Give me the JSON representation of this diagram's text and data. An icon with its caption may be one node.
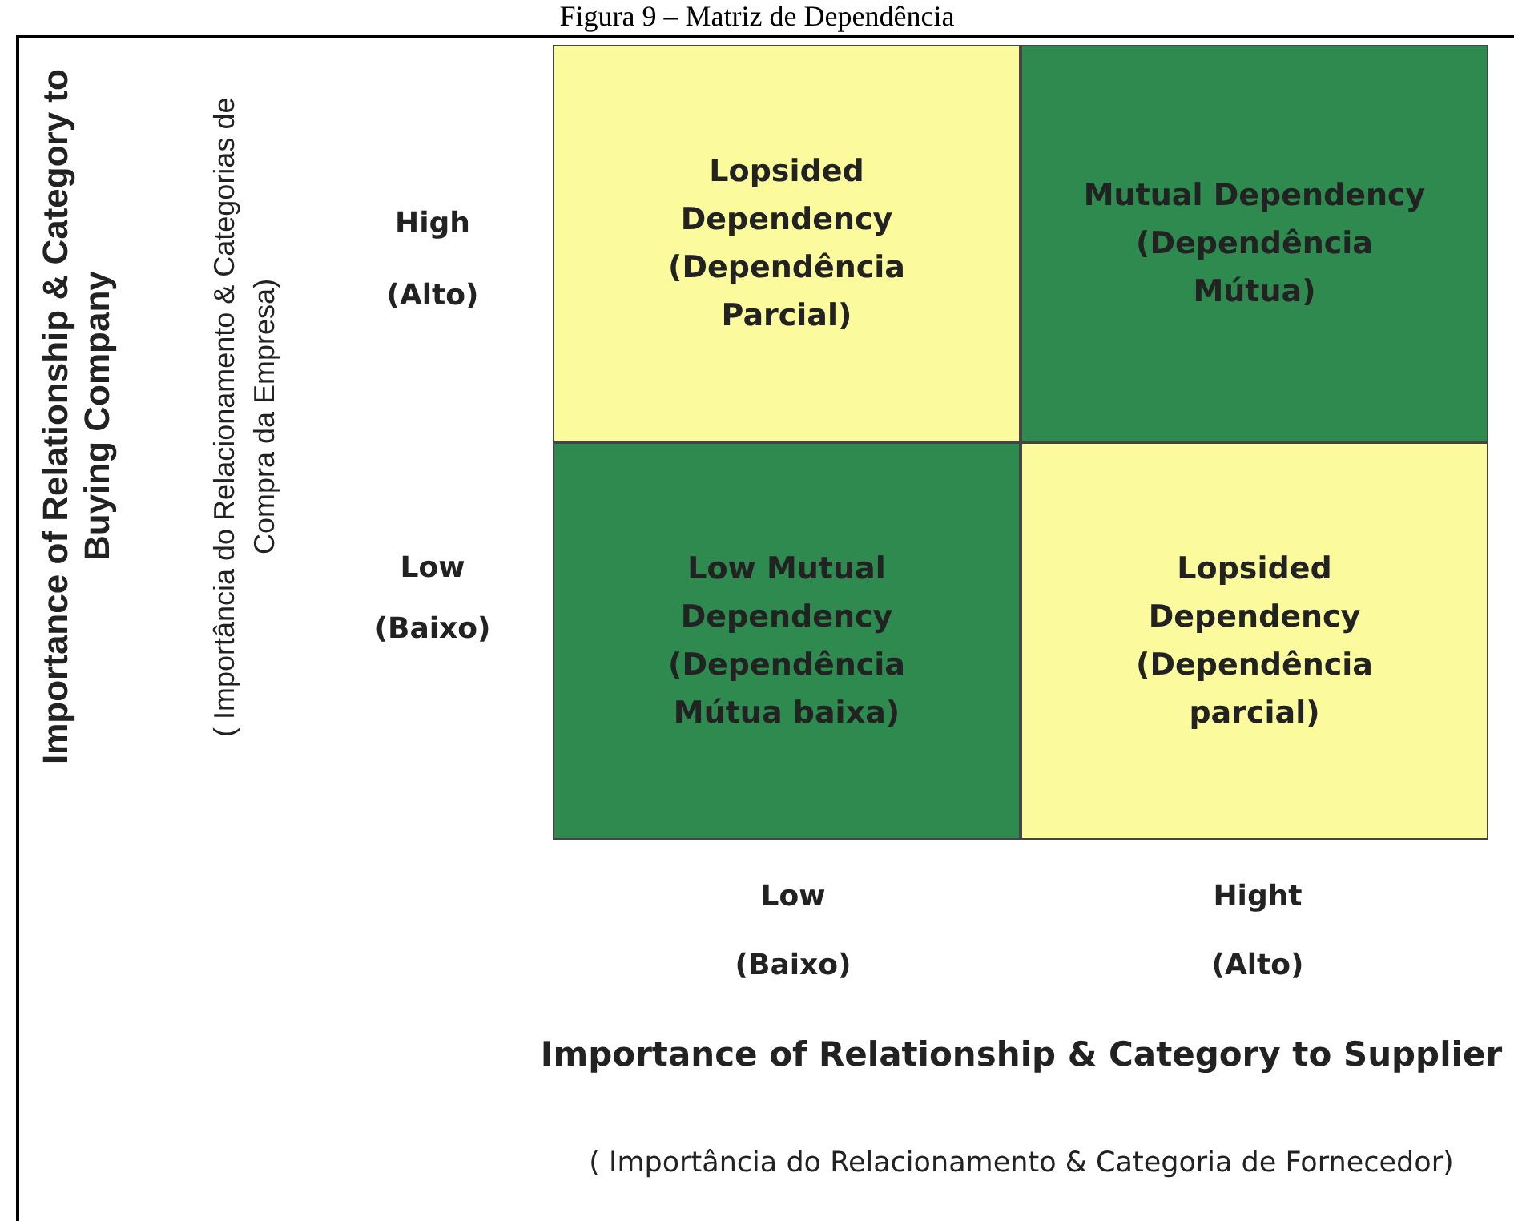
{
  "diagram": {
    "title": "Figura 9 – Matriz de Dependência",
    "nodes": [
      {
        "text": [
          "Lopsided Dependency (Dependência Parcial)"
        ]
      },
      {
        "text": [
          "Mutual Dependency (Dependência Mútua)"
        ]
      },
      {
        "text": [
          "Low Mutual Dependency (Dependência Mútua baixa)"
        ]
      },
      {
        "text": [
          "Lopsided Dependency (Dependência parcial)"
        ]
      }
    ],
    "labels": [
      "Importance of Relationship & Category to Buying Company",
      "( Importância do Relacionamento & Categorias de Compra da Empresa)",
      "High",
      "(Alto)",
      "Low",
      "(Baixo)",
      "Low",
      "(Baixo)",
      "Hight",
      "(Alto)",
      "Importance of Relationship & Category to Supplier",
      "( Importância do Relacionamento & Categoria de Fornecedor)"
    ]
  }
}
